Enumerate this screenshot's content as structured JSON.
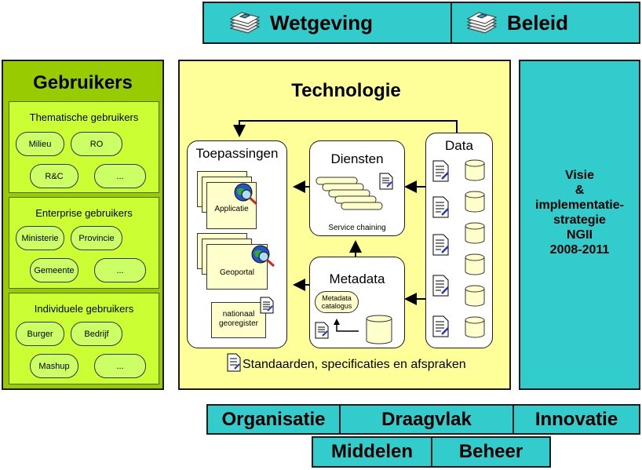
{
  "policy": {
    "items": [
      {
        "label": "Wetgeving",
        "icon": "documents-icon"
      },
      {
        "label": "Beleid",
        "icon": "documents-icon"
      }
    ]
  },
  "users": {
    "title": "Gebruikers",
    "groups": [
      {
        "title": "Thematische gebruikers",
        "items": [
          "Milieu",
          "RO",
          "R&C",
          "..."
        ]
      },
      {
        "title": "Enterprise gebruikers",
        "items": [
          "Ministerie",
          "Provincie",
          "Gemeente",
          "..."
        ]
      },
      {
        "title": "Individuele gebruikers",
        "items": [
          "Burger",
          "Bedrijf",
          "Mashup",
          "..."
        ]
      }
    ]
  },
  "technology": {
    "title": "Technologie",
    "toepassingen": {
      "title": "Toepassingen",
      "items": [
        "Applicatie",
        "Geoportal",
        "nationaal georegister"
      ]
    },
    "diensten": {
      "title": "Diensten",
      "caption": "Service chaining"
    },
    "metadata": {
      "title": "Metadata",
      "catalogue": "Metadata catalogus"
    },
    "data": {
      "title": "Data"
    },
    "standards": "Standaarden, specificaties en afspraken"
  },
  "vision": {
    "lines": [
      "Visie",
      "&",
      "implementatie-",
      "strategie",
      "NGII",
      "2008-2011"
    ]
  },
  "bottom": {
    "row1": [
      "Organisatie",
      "Draagvlak",
      "Innovatie"
    ],
    "row2": [
      "Middelen",
      "Beheer"
    ]
  },
  "colors": {
    "teal": "#33cccc",
    "green_panel": "#99cc00",
    "green_group": "#ccff33",
    "tech_yellow": "#ffff99",
    "card_yellow": "#ffffcc"
  }
}
